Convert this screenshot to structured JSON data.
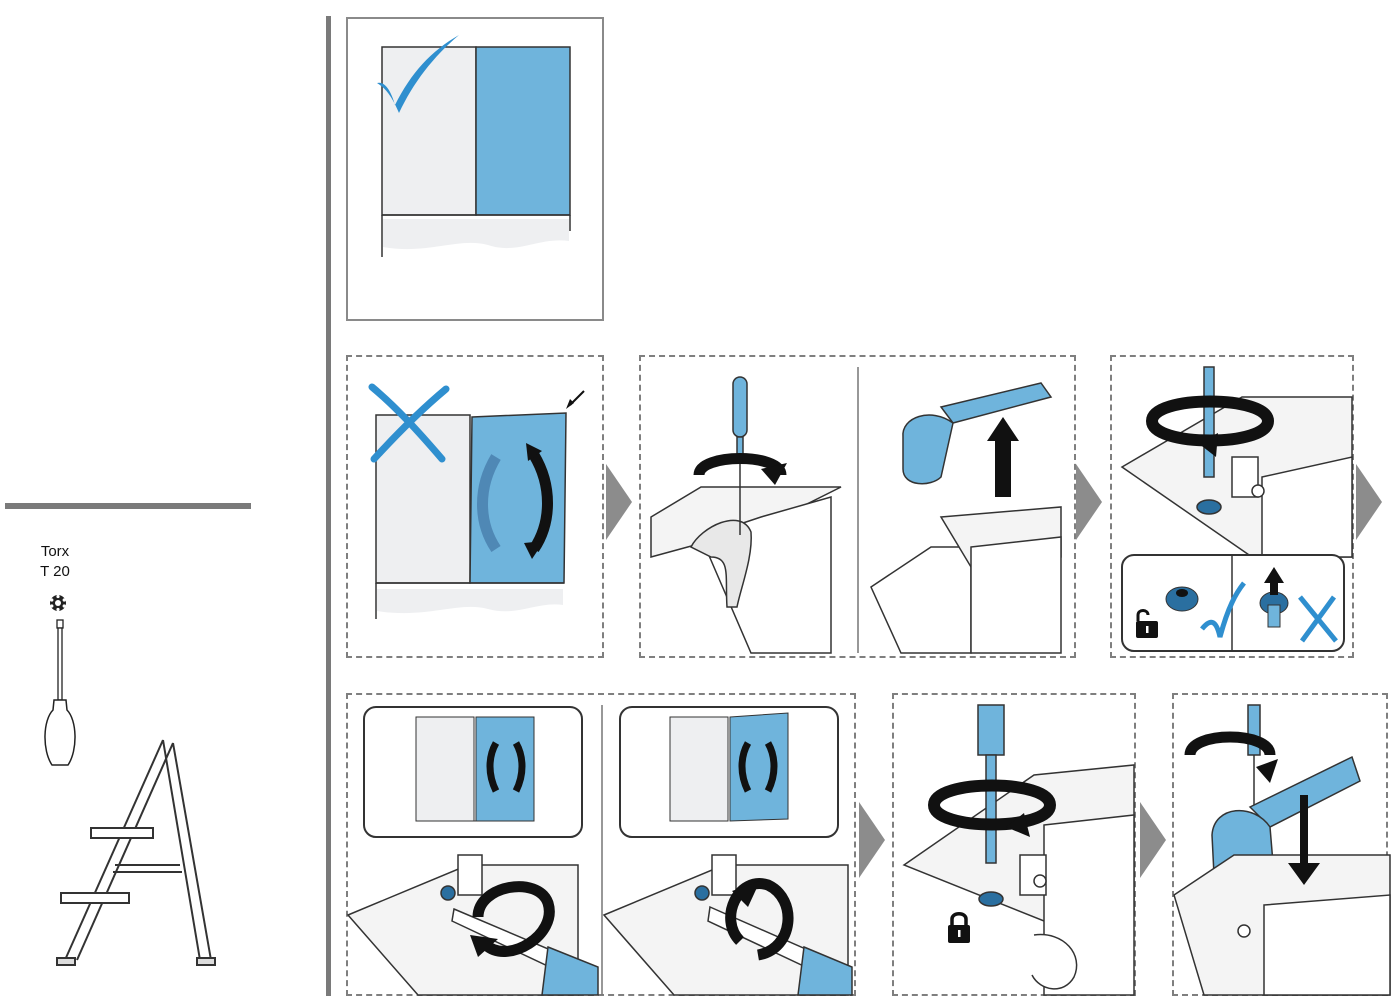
{
  "tools": {
    "torx_label": "Torx",
    "size_label": "T 20",
    "icons": [
      "torx-bit-icon",
      "screwdriver-icon",
      "stepladder-icon"
    ]
  },
  "colors": {
    "door_blue": "#6fb4dc",
    "accent_blue": "#2f8fcf",
    "panel_gray": "#eeeff1",
    "frame_gray": "#8a8a8a",
    "arrow_gray": "#8c8c8c",
    "ink": "#111111"
  },
  "steps": [
    {
      "id": "correct-alignment",
      "indicator": "check-icon"
    },
    {
      "id": "misaligned-door",
      "indicator": "cross-icon"
    },
    {
      "id": "loosen-and-remove-cover",
      "indicator": "screwdriver-icon"
    },
    {
      "id": "loosen-lock-screw",
      "indicator": "unlock-icon"
    },
    {
      "id": "adjust-door-tilt",
      "indicator": "rotate-icon"
    },
    {
      "id": "tighten-lock-screw",
      "indicator": "lock-icon"
    },
    {
      "id": "refit-cover",
      "indicator": "rotate-icon"
    }
  ]
}
